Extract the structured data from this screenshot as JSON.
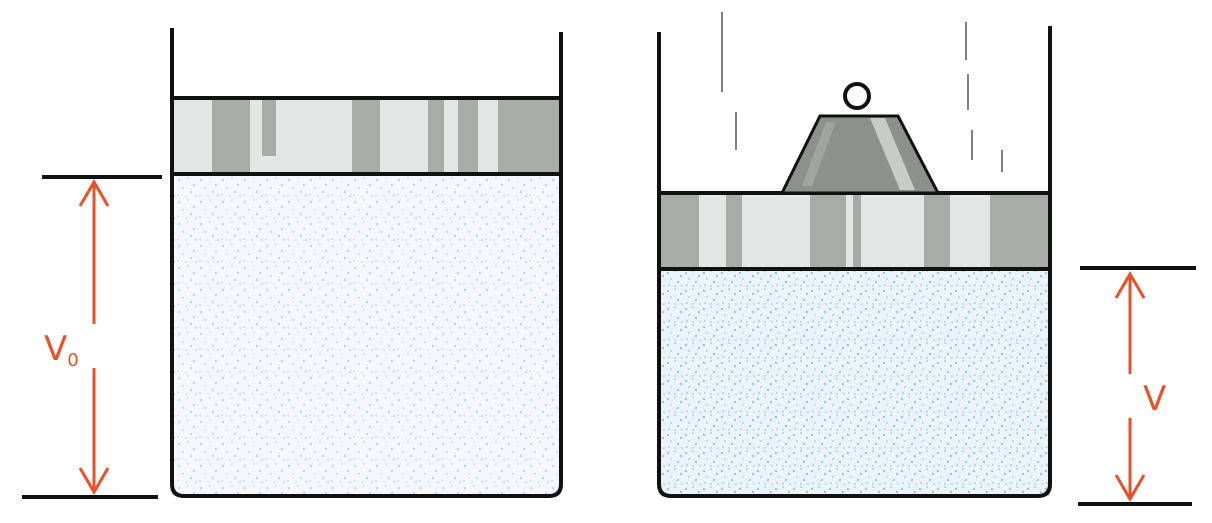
{
  "labels": {
    "initial_volume": "V",
    "initial_volume_subscript": "0",
    "final_volume": "V"
  },
  "colors": {
    "dimension": "#e8512a",
    "outline": "#111111",
    "gas_fill": "#f4f8fb",
    "gas_speckle": "#8fbfdc",
    "piston_light": "#e3e6e4",
    "piston_dark": "#a9aba9",
    "weight": "#8e908e"
  }
}
